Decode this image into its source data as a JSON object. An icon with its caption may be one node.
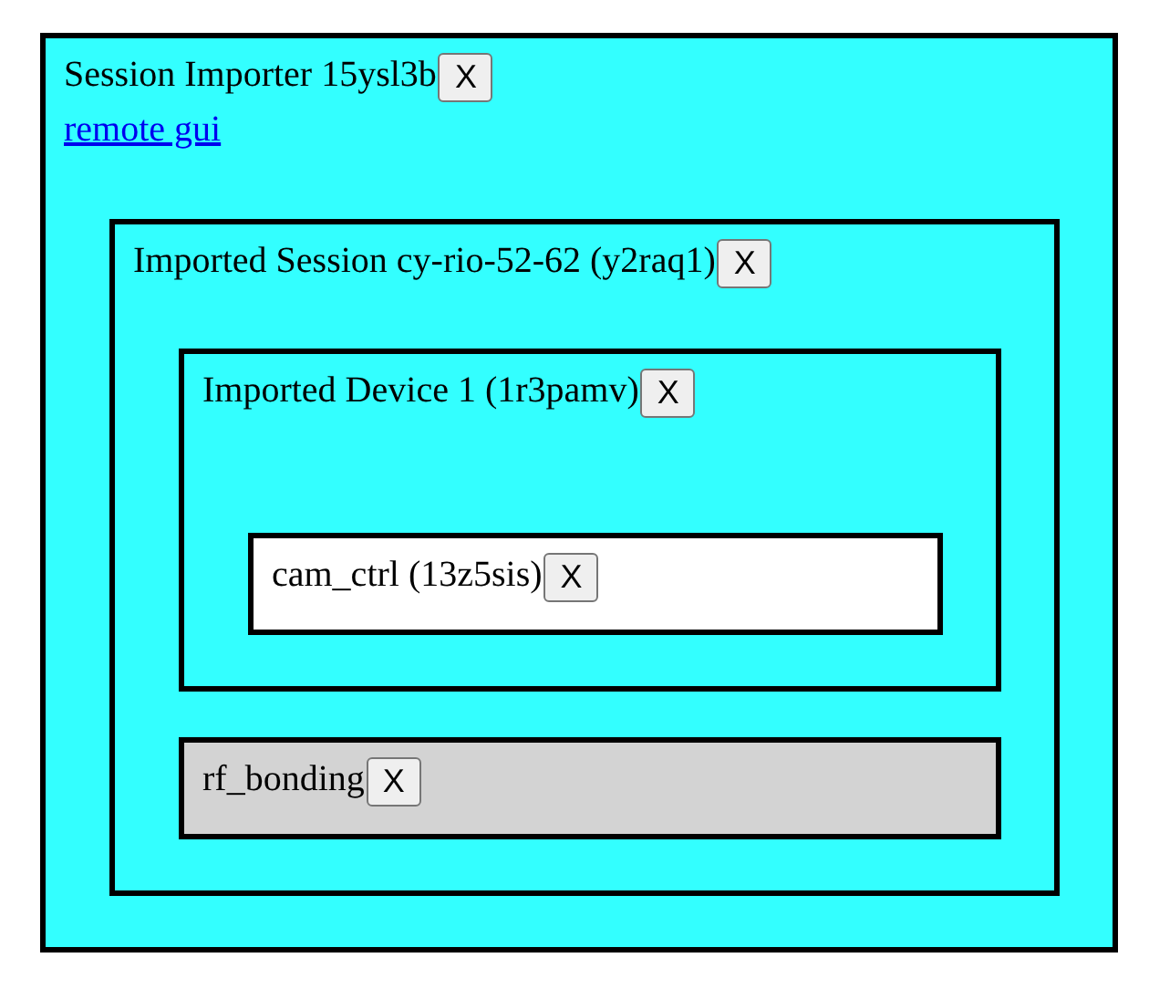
{
  "diagram": {
    "nodes": [
      {
        "text": [
          "Session Importer 15ysl3b",
          "X",
          "remote gui"
        ]
      },
      {
        "text": [
          "Imported Session cy-rio-52-62 (y2raq1)",
          "X"
        ],
        "in": 0
      },
      {
        "text": [
          "Imported Device 1 (1r3pamv)",
          "X"
        ],
        "in": 1
      },
      {
        "text": [
          "cam_ctrl (13z5sis)",
          "X"
        ],
        "in": 2
      },
      {
        "text": [
          "rf_bonding",
          "X"
        ],
        "in": 1
      }
    ]
  }
}
